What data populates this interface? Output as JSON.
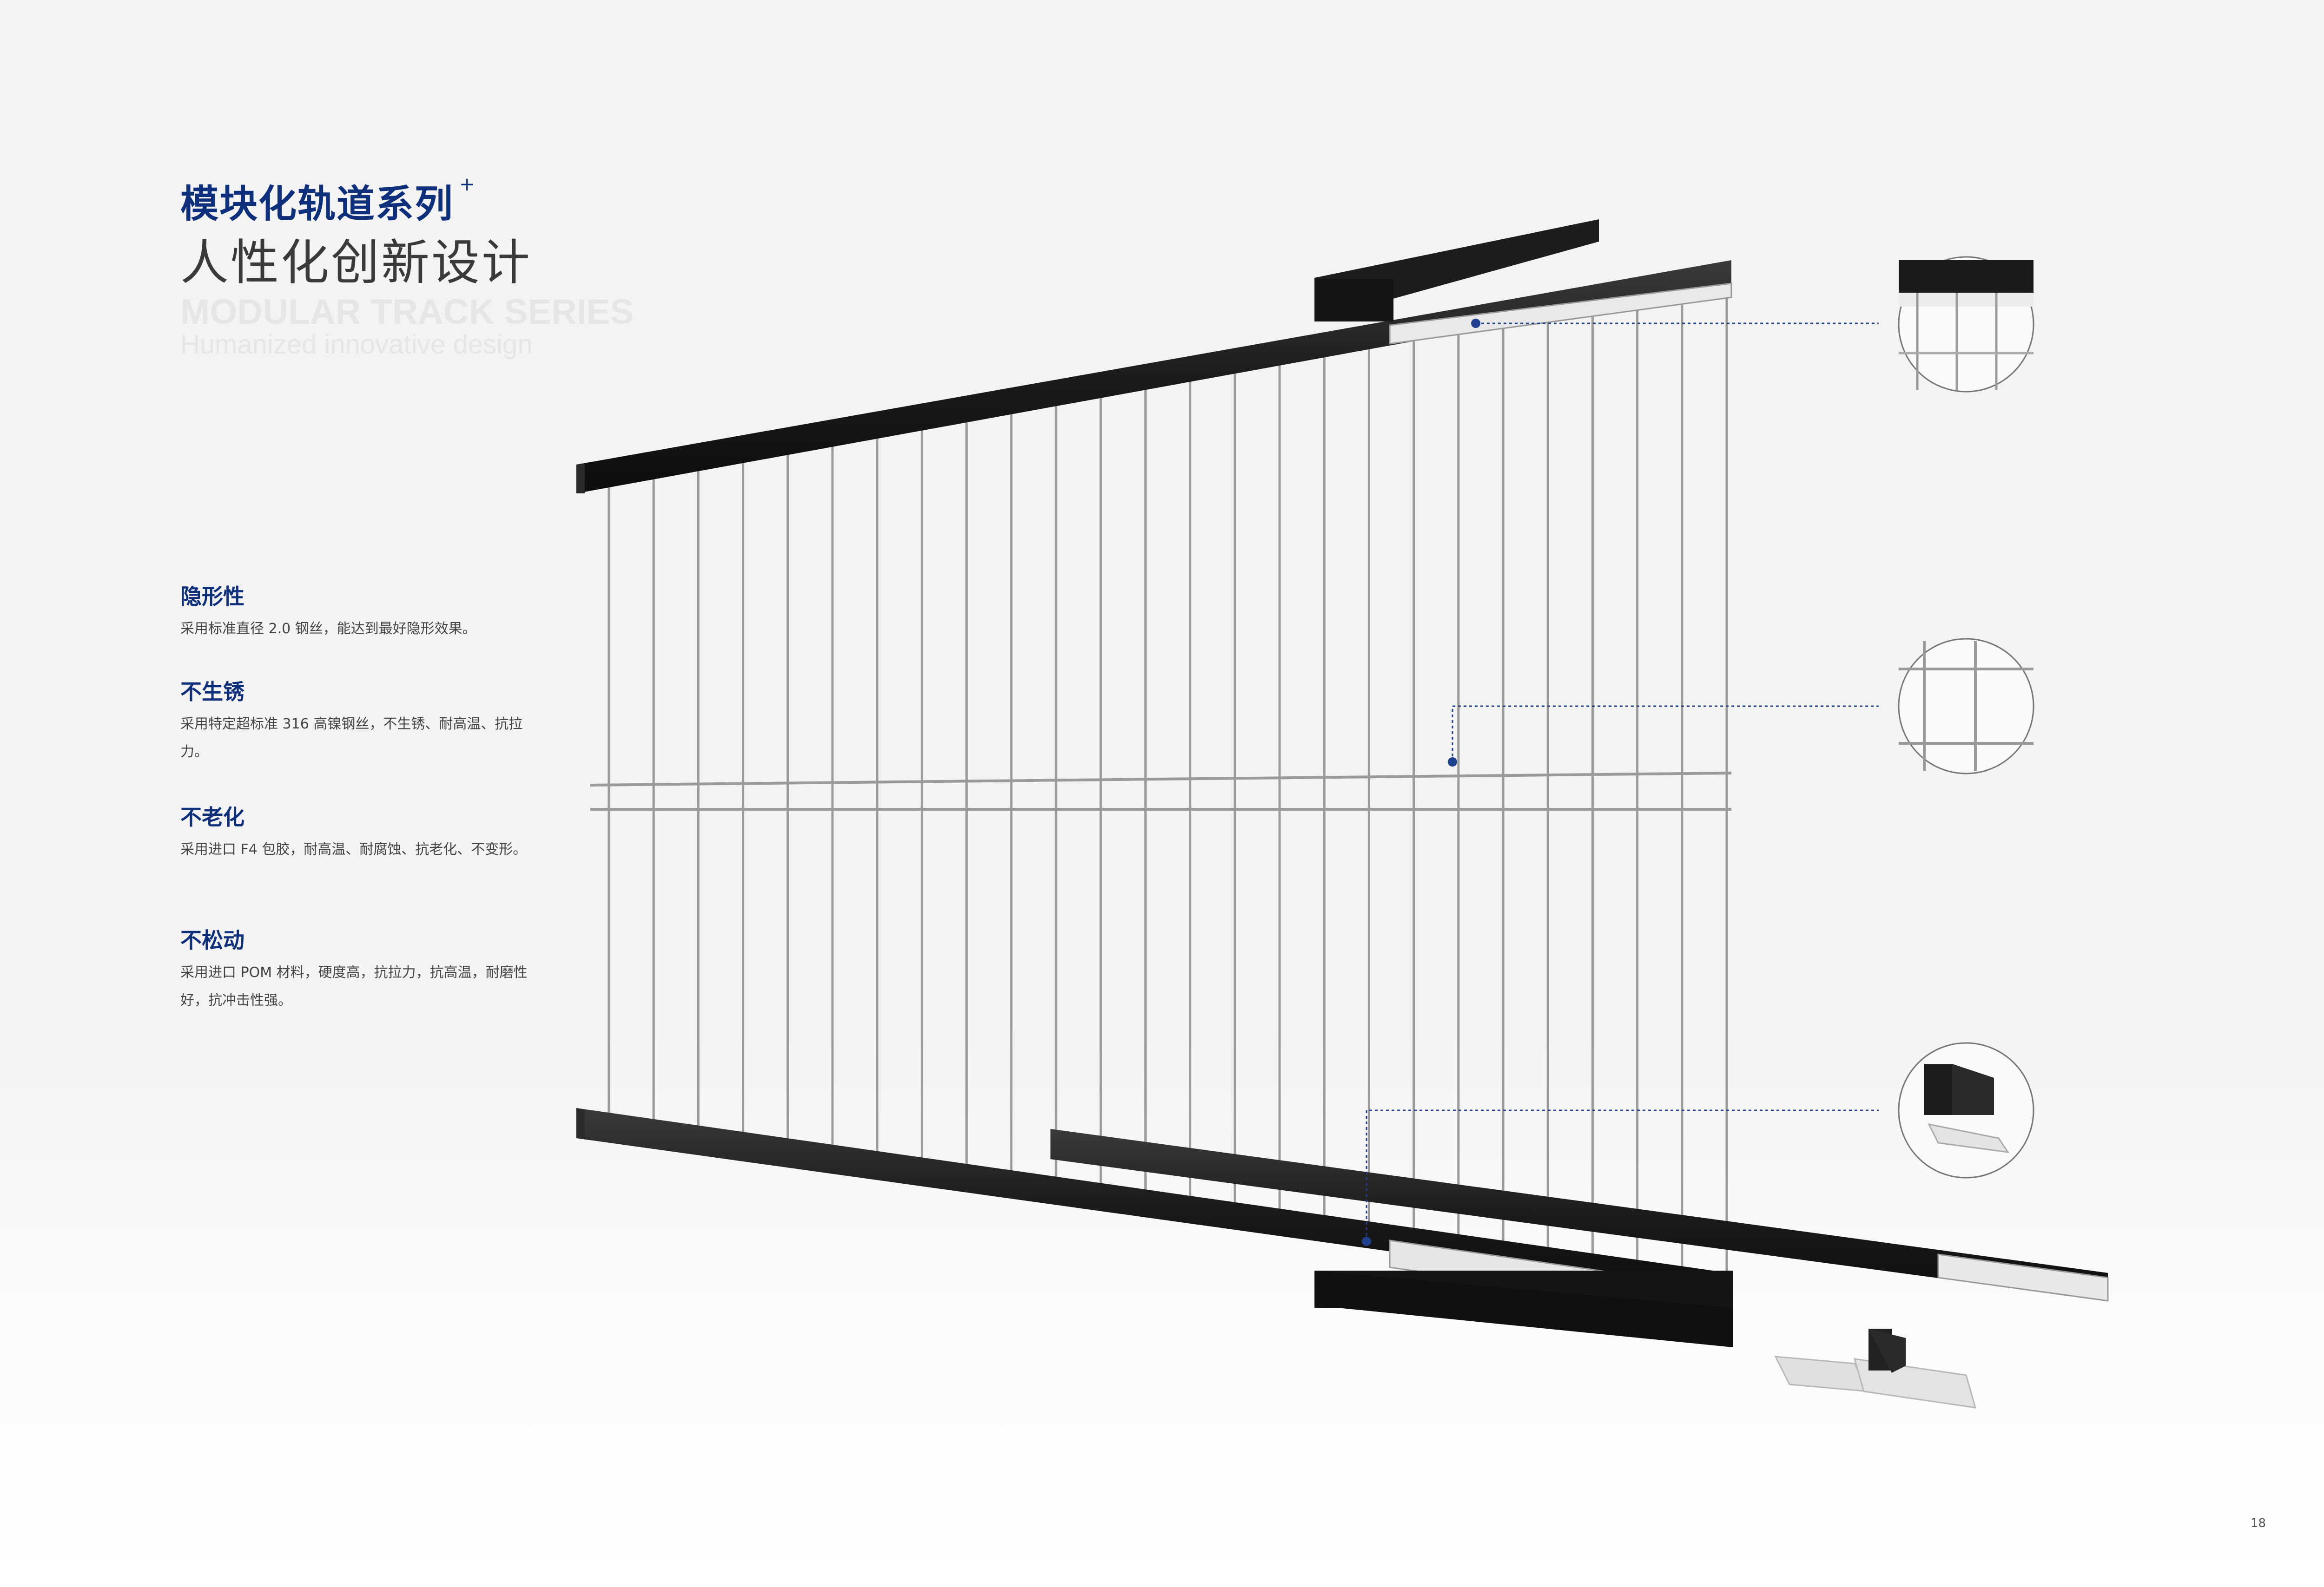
{
  "header": {
    "title_cn": "模块化轨道系列",
    "title_plus": "+",
    "subtitle_cn": "人性化创新设计",
    "title_en": "MODULAR TRACK SERIES",
    "subtitle_en": "Humanized innovative design"
  },
  "features": [
    {
      "title": "隐形性",
      "desc": "采用标准直径 2.0 钢丝，能达到最好隐形效果。"
    },
    {
      "title": "不生锈",
      "desc": "采用特定超标准 316 高镍钢丝，不生锈、耐高温、抗拉力。"
    },
    {
      "title": "不老化",
      "desc": "采用进口 F4 包胶，耐高温、耐腐蚀、抗老化、不变形。"
    },
    {
      "title": "不松动",
      "desc": "采用进口 POM 材料，硬度高，抗拉力，抗高温，耐磨性好，抗冲击性强。"
    }
  ],
  "detail_views": [
    {
      "icon": "top-track-detail-icon"
    },
    {
      "icon": "wire-crossing-detail-icon"
    },
    {
      "icon": "end-clip-detail-icon"
    }
  ],
  "page_number": "18",
  "colors": {
    "brand": "#0e2f7c",
    "track": "#1d1d1d",
    "wire": "#9a9a9a",
    "leader": "#1f3f8f"
  }
}
